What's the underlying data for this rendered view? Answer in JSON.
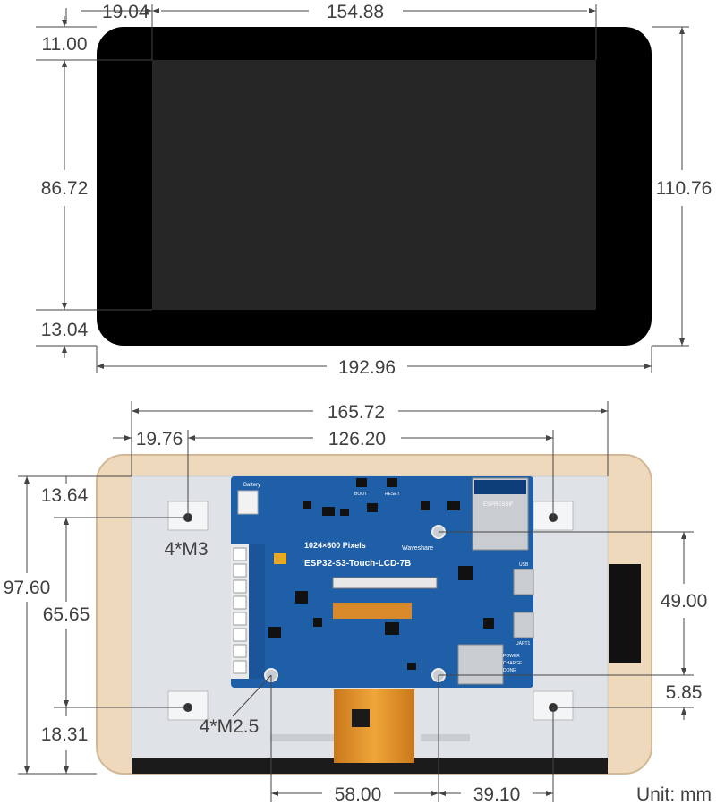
{
  "front_view": {
    "dims": {
      "left_bezel": "19.04",
      "active_width": "154.88",
      "top_bezel": "11.00",
      "active_height": "86.72",
      "bottom_bezel": "13.04",
      "overall_height": "110.76",
      "overall_width": "192.96"
    }
  },
  "back_view": {
    "dims": {
      "mount_span_wide": "165.72",
      "mount_offset_left": "19.76",
      "mount_span_inner": "126.20",
      "mount_offset_top": "13.64",
      "overall_height": "97.60",
      "mount_span_vertical": "65.65",
      "pcb_hole_span": "49.00",
      "hole_offset": "5.85",
      "mount_offset_bottom": "18.31",
      "pcb_hole_x1": "58.00",
      "pcb_hole_x2": "39.10"
    },
    "callouts": {
      "m3_screws": "4*M3",
      "m25_screws": "4*M2.5"
    },
    "pcb": {
      "model": "ESP32-S3-Touch-LCD-7B",
      "resolution": "1024×600 Pixels",
      "brand": "Waveshare",
      "battery_label": "Battery",
      "boot_label": "BOOT",
      "reset_label": "RESET",
      "uart_label": "UART1",
      "usb_label": "USB",
      "power_label": "POWER",
      "charge_label": "CHARGE",
      "done_label": "DONE",
      "module_label": "ESPRESSIF"
    }
  },
  "unit_label": "Unit: mm",
  "colors": {
    "screen": "#000000",
    "frame": "#efd9bd",
    "panel": "#dcdfe3",
    "pcb": "#1f5fa8",
    "fpc": "#e0952a"
  }
}
